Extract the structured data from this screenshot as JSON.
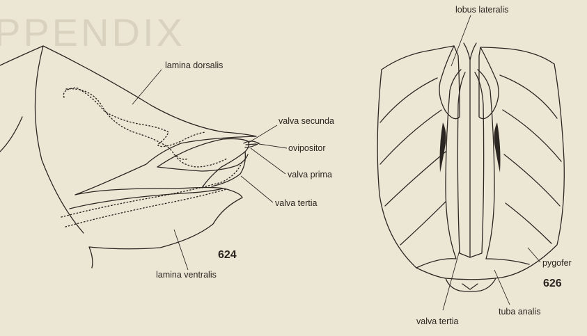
{
  "background_text": "PPENDIX",
  "figure_left": {
    "number": "624",
    "labels": {
      "lamina_dorsalis": "lamina dorsalis",
      "valva_secunda": "valva secunda",
      "ovipositor": "ovipositor",
      "valva_prima": "valva prima",
      "valva_tertia": "valva tertia",
      "lamina_ventralis": "lamina ventralis"
    }
  },
  "figure_right": {
    "number": "626",
    "labels": {
      "lobus_lateralis": "lobus lateralis",
      "pygofer": "pygofer",
      "tuba_analis": "tuba analis",
      "valva_tertia": "valva tertia"
    }
  },
  "colors": {
    "paper": "#ece7d4",
    "ink": "#2b2622"
  }
}
